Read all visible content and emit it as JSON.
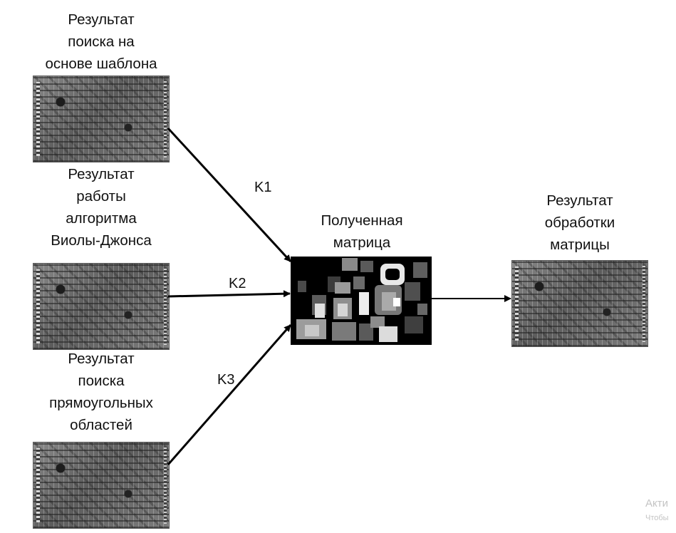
{
  "labels": {
    "template_search": "Результат\nпоиска на\nоснове шаблона",
    "viola_jones": "Результат\nработы\nалгоритма\nВиолы-Джонса",
    "rectangles": "Результат\nпоиска\nпрямоугольных\nобластей",
    "matrix": "Полученная\nматрица",
    "result": "Результат\nобработки\nматрицы"
  },
  "edges": {
    "k1": "K1",
    "k2": "K2",
    "k3": "K3"
  },
  "watermark": {
    "line1": "Акти",
    "line2": "Чтобы"
  }
}
